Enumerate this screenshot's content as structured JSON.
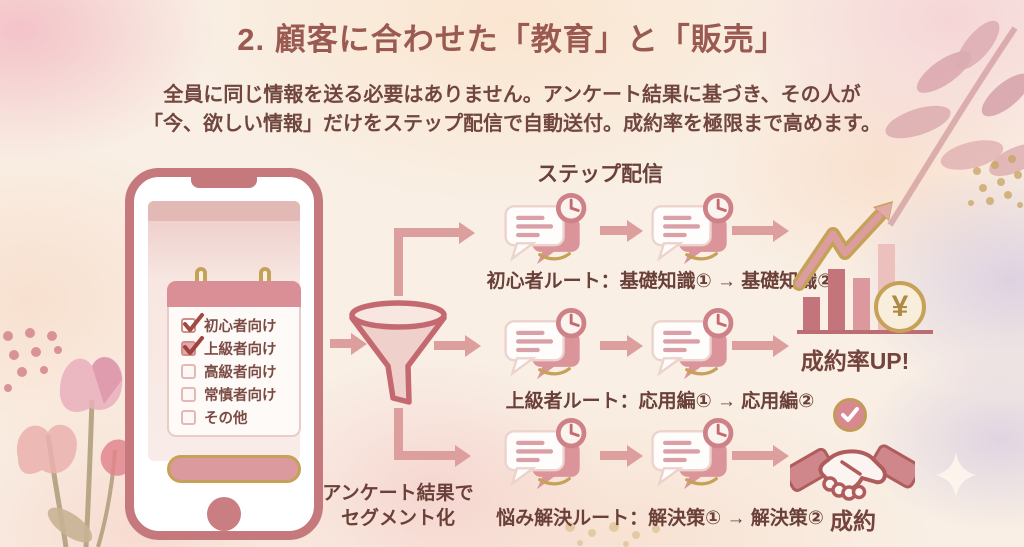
{
  "header": {
    "title": "2. 顧客に合わせた「教育」と「販売」",
    "subtitle_line1": "全員に同じ情報を送る必要はありません。アンケート結果に基づき、その人が",
    "subtitle_line2": "「今、欲しい情報」だけをステップ配信で自動送付。成約率を極限まで高めます。"
  },
  "phone": {
    "checklist": [
      {
        "label": "初心者向け",
        "checked": true
      },
      {
        "label": "上級者向け",
        "checked": true
      },
      {
        "label": "高級者向け",
        "checked": false
      },
      {
        "label": "常慎者向け",
        "checked": false
      },
      {
        "label": "その他",
        "checked": false
      }
    ]
  },
  "funnel": {
    "caption_line1": "アンケート結果で",
    "caption_line2": "セグメント化"
  },
  "step_delivery": {
    "heading": "ステップ配信",
    "routes": [
      {
        "label": "初心者ルート：基礎知識① → 基礎知識②"
      },
      {
        "label": "上級者ルート：応用編① → 応用編②"
      },
      {
        "label": "悩み解決ルート：解決策① → 解決策②"
      }
    ]
  },
  "results": {
    "conversion": {
      "label": "成約率UP!",
      "currency_symbol": "¥"
    },
    "contract": {
      "label": "成約"
    }
  },
  "colors": {
    "accent_rose": "#c5797d",
    "arrow_pink": "#dc9f9d",
    "gold": "#c6a158",
    "text_dark": "#6a4039",
    "lavender": "#cbbedf"
  },
  "icons": [
    "smartphone-icon",
    "checkbox-icon",
    "funnel-icon",
    "message-bubble-icon",
    "clock-icon",
    "bar-chart-icon",
    "trend-arrow-icon",
    "yen-coin-icon",
    "check-circle-icon",
    "handshake-icon",
    "sparkle-icon",
    "leaf-branch-decoration",
    "flower-decoration"
  ]
}
